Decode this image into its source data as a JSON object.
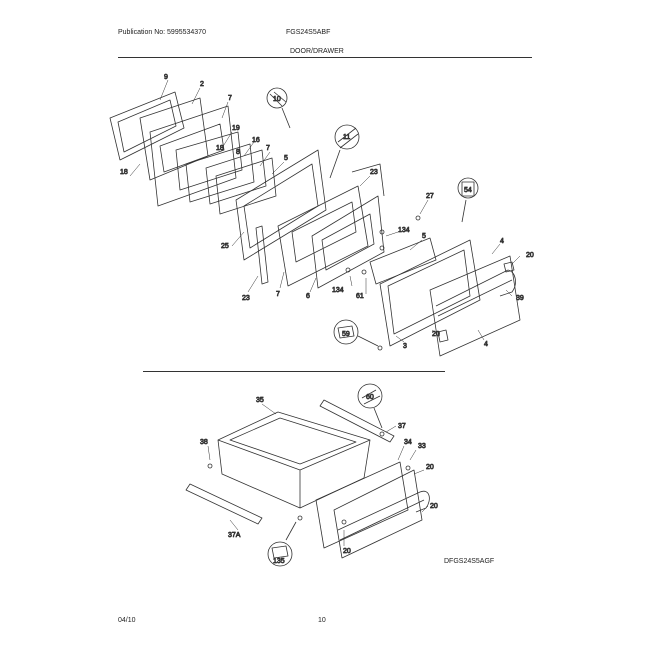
{
  "header": {
    "publication": "Publication No: 5995534370",
    "model": "FGS24S5ABF",
    "section_title": "DOOR/DRAWER"
  },
  "callouts": {
    "door": [
      "9",
      "2",
      "7",
      "10",
      "19",
      "18",
      "8",
      "16",
      "7",
      "5",
      "11",
      "18",
      "25",
      "23",
      "27",
      "54",
      "134",
      "5",
      "4",
      "20",
      "23",
      "7",
      "6",
      "134",
      "61",
      "20",
      "39",
      "59",
      "3",
      "4"
    ],
    "drawer": [
      "35",
      "60",
      "37",
      "38",
      "34",
      "33",
      "20",
      "20",
      "37A",
      "20",
      "135"
    ]
  },
  "footer": {
    "diagram_code": "DFGS24S5AGF",
    "date": "04/10",
    "page": "10"
  }
}
